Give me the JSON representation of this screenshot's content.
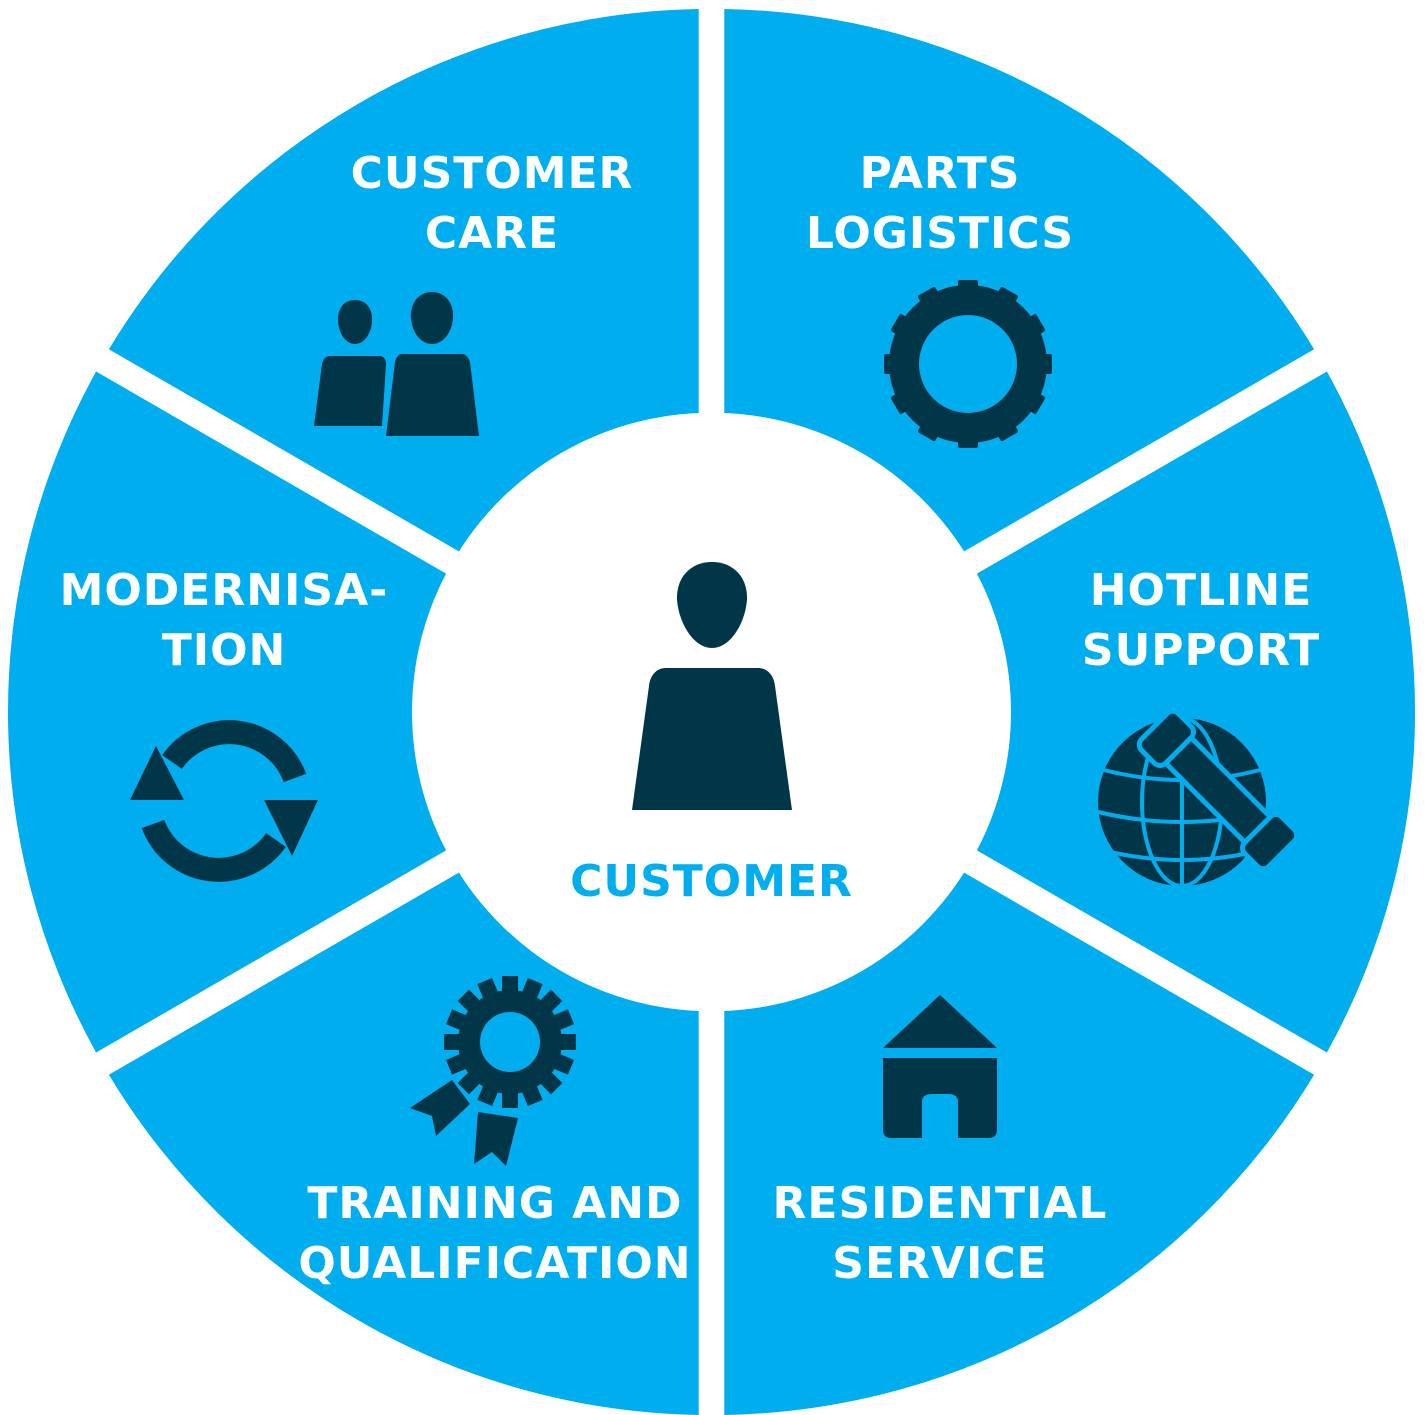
{
  "colors": {
    "segment": "#00AEEF",
    "icon": "#003648",
    "center_bg": "#FFFFFF",
    "center_label": "#00AEEF",
    "label": "#FFFFFF"
  },
  "center": {
    "label": "CUSTOMER",
    "icon": "person-icon"
  },
  "segments": [
    {
      "key": "customer_care",
      "line1": "CUSTOMER",
      "line2": "CARE",
      "icon": "people-icon"
    },
    {
      "key": "parts_logistics",
      "line1": "PARTS",
      "line2": "LOGISTICS",
      "icon": "gear-icon"
    },
    {
      "key": "hotline_support",
      "line1": "HOTLINE",
      "line2": "SUPPORT",
      "icon": "globe-phone-icon"
    },
    {
      "key": "residential_service",
      "line1": "RESIDENTIAL",
      "line2": "SERVICE",
      "icon": "house-icon"
    },
    {
      "key": "training_qualification",
      "line1": "TRAINING AND",
      "line2": "QUALIFICATION",
      "icon": "award-icon"
    },
    {
      "key": "modernisation",
      "line1": "MODERNISA-",
      "line2": "TION",
      "icon": "refresh-icon"
    }
  ]
}
